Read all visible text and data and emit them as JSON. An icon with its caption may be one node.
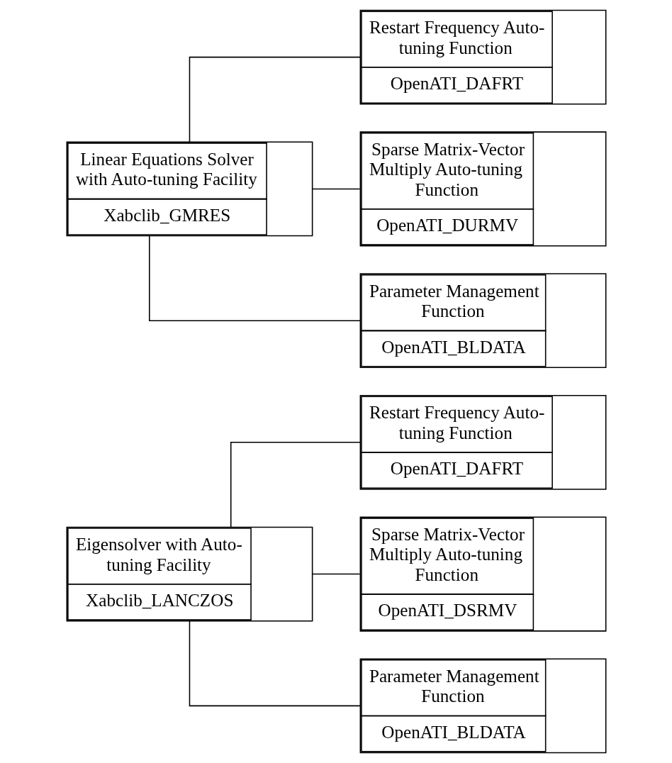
{
  "diagram": {
    "nodes": [
      {
        "text": [
          "Eigensolver with Auto-tuning Facility",
          "Xabclib_LANCZOS"
        ]
      },
      {
        "text": [
          "Restart Frequency Auto-tuning Function",
          "OpenATI_DAFRT"
        ]
      },
      {
        "text": [
          "Sparse Matrix-Vector Multiply Auto-tuning Function",
          "OpenATI_DSRMV"
        ]
      },
      {
        "text": [
          "Parameter Management Function",
          "OpenATI_BLDATA"
        ]
      },
      {
        "text": [
          "Linear Equations Solver with Auto-tuning Facility",
          "Xabclib_GMRES"
        ]
      },
      {
        "text": [
          "Restart Frequency Auto-tuning Function",
          "OpenATI_DAFRT"
        ]
      },
      {
        "text": [
          "Sparse Matrix-Vector Multiply Auto-tuning Function",
          "OpenATI_DURMV"
        ]
      },
      {
        "text": [
          "Parameter Management Function",
          "OpenATI_BLDATA"
        ]
      }
    ],
    "edges": [
      {
        "from": 0,
        "to": 1,
        "arrow": "none"
      },
      {
        "from": 0,
        "to": 2,
        "arrow": "none"
      },
      {
        "from": 0,
        "to": 3,
        "arrow": "none"
      },
      {
        "from": 4,
        "to": 5,
        "arrow": "none"
      },
      {
        "from": 4,
        "to": 6,
        "arrow": "none"
      },
      {
        "from": 4,
        "to": 7,
        "arrow": "none"
      }
    ]
  }
}
